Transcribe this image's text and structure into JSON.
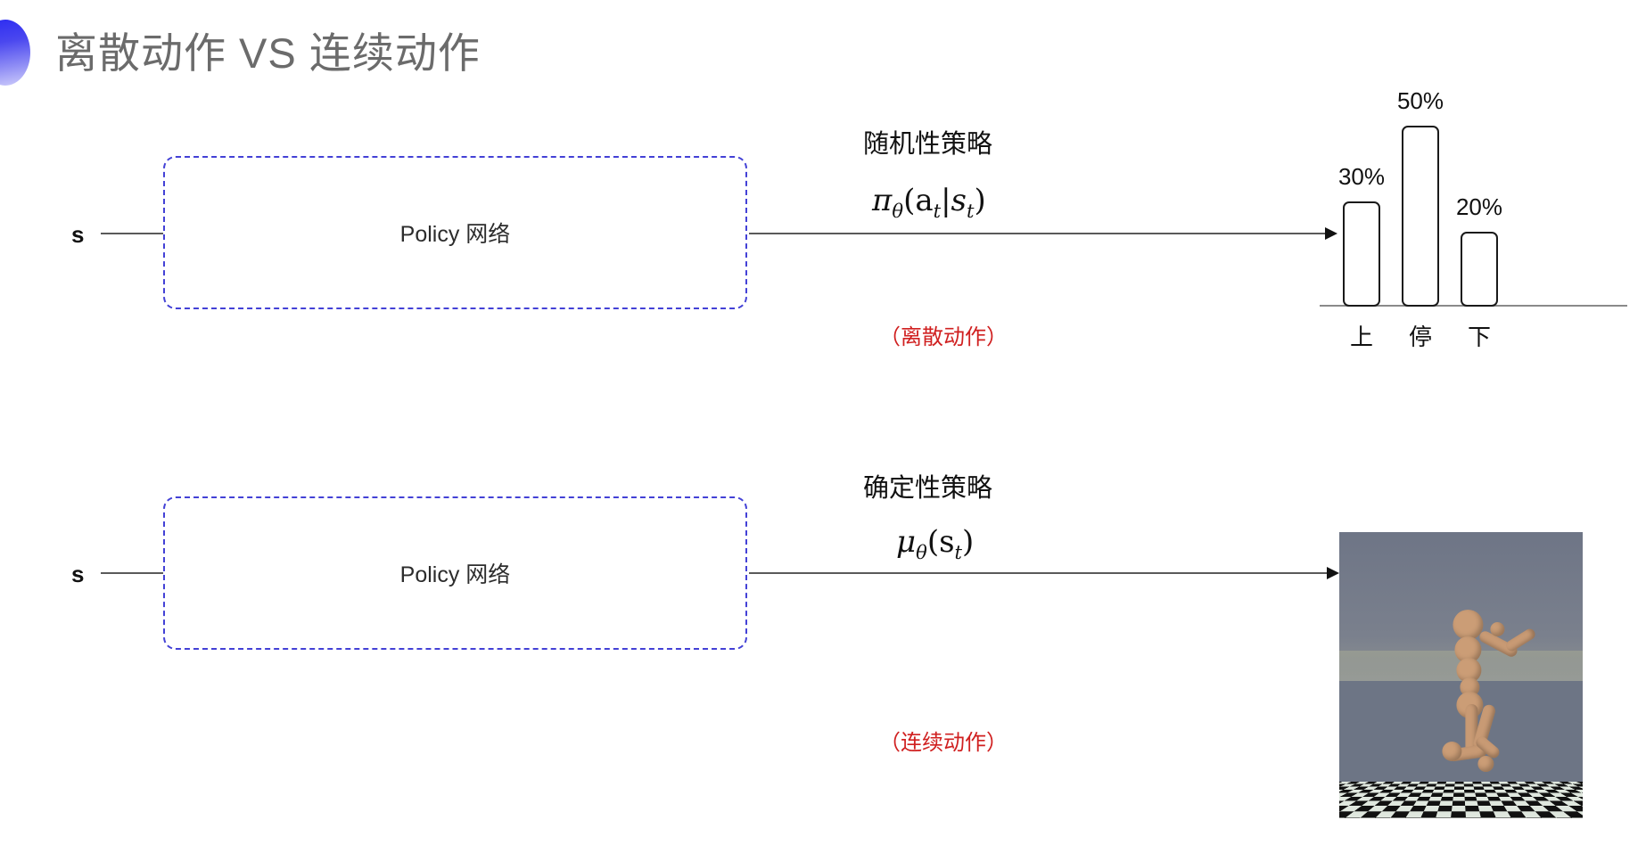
{
  "slide": {
    "title": "离散动作 VS 连续动作",
    "bullet_color": "#2b2bf2",
    "title_color": "#6b6b6b",
    "background": "#ffffff"
  },
  "rows": [
    {
      "id": "discrete",
      "input_label": "s",
      "box_label": "Policy 网络",
      "box_border_color": "#4341d6",
      "policy_caption": "随机性策略",
      "policy_formula_main": "π",
      "policy_formula_theta": "θ",
      "policy_formula_args": "(a",
      "policy_formula_t1": "t",
      "policy_formula_bar": "|s",
      "policy_formula_t2": "t",
      "policy_formula_close": ")",
      "action_note": "（离散动作）",
      "action_note_color": "#d02020"
    },
    {
      "id": "continuous",
      "input_label": "s",
      "box_label": "Policy 网络",
      "box_border_color": "#4341d6",
      "policy_caption": "确定性策略",
      "policy_formula_main": "μ",
      "policy_formula_theta": "θ",
      "policy_formula_args": "(s",
      "policy_formula_t1": "t",
      "policy_formula_close": ")",
      "action_note": "（连续动作）",
      "action_note_color": "#d02020"
    }
  ],
  "chart_data": {
    "type": "bar",
    "title": "",
    "xlabel": "",
    "ylabel": "",
    "categories": [
      "上",
      "停",
      "下"
    ],
    "values": [
      30,
      50,
      20
    ],
    "value_labels": [
      "30%",
      "50%",
      "20%"
    ],
    "ylim": [
      0,
      60
    ],
    "grid": false,
    "legend": false,
    "bar_fill": "#ffffff",
    "bar_stroke": "#1a1a1a",
    "axis_color": "#8a8a8a"
  },
  "humanoid": {
    "caption": "",
    "sky_color": "#6e7586",
    "floor_light": "#dfe7de",
    "floor_dark": "#111111",
    "body_color": "#c89a74"
  }
}
